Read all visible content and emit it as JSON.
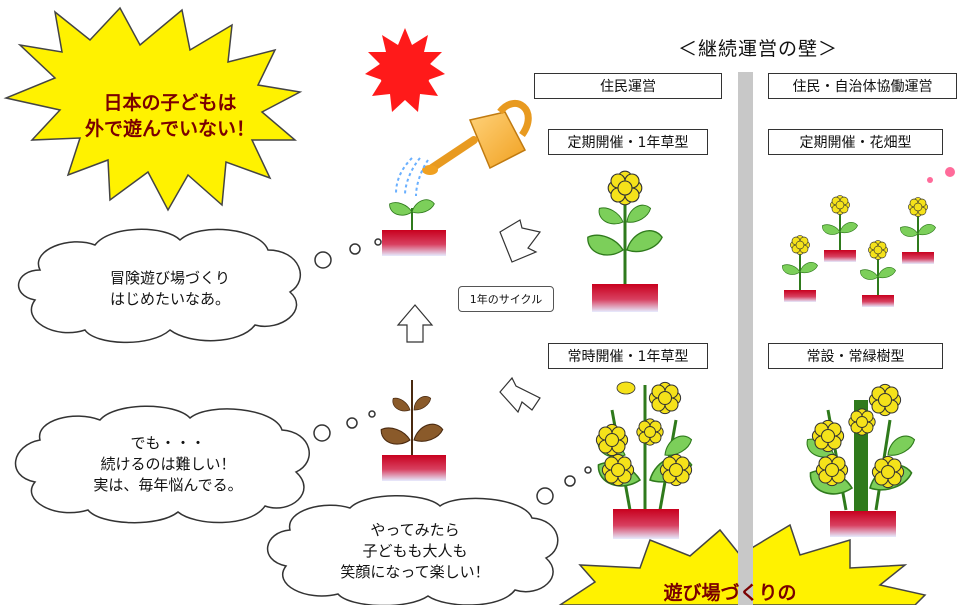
{
  "burst_top": {
    "line1": "日本の子どもは",
    "line2": "外で遊んでいない！"
  },
  "burst_bottom": {
    "text": "遊び場づくりの"
  },
  "wall_title": "＜継続運営の壁＞",
  "column_headers": {
    "resident": "住民運営",
    "collab": "住民・自治体協働運営"
  },
  "types": {
    "periodic_annual": "定期開催・1年草型",
    "periodic_flowerbed": "定期開催・花畑型",
    "constant_annual": "常時開催・1年草型",
    "permanent_evergreen": "常設・常緑樹型"
  },
  "cycle_label": "1年のサイクル",
  "clouds": {
    "start": {
      "line1": "冒険遊び場づくり",
      "line2": "はじめたいなあ。"
    },
    "hard": {
      "line1": "でも・・・",
      "line2": "続けるのは難しい！",
      "line3": "実は、毎年悩んでる。"
    },
    "fun": {
      "line1": "やってみたら",
      "line2": "子どもも大人も",
      "line3": "笑顔になって楽しい！"
    }
  },
  "colors": {
    "burst_fill": "#fff200",
    "burst_text": "#7a0000",
    "sun": "#ff1a1a",
    "leaf": "#6cc04a",
    "flower": "#f5e21a",
    "pot": "#c8001e",
    "divider": "#c8c8c8"
  }
}
